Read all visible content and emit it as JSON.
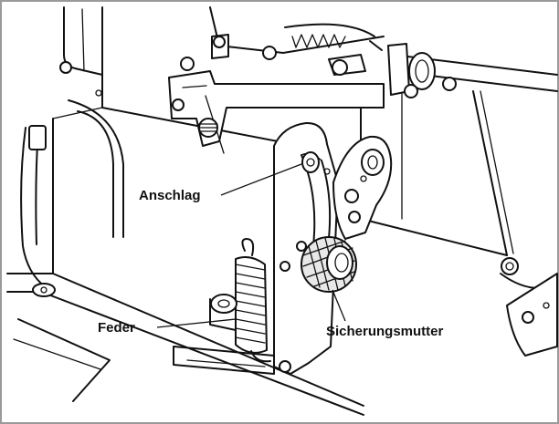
{
  "labels": {
    "anschlag": "Anschlag",
    "feder": "Feder",
    "sicherungsmutter": "Sicherungsmutter"
  },
  "colors": {
    "line": "#111111",
    "border": "#9a9a9a",
    "background": "#ffffff"
  }
}
